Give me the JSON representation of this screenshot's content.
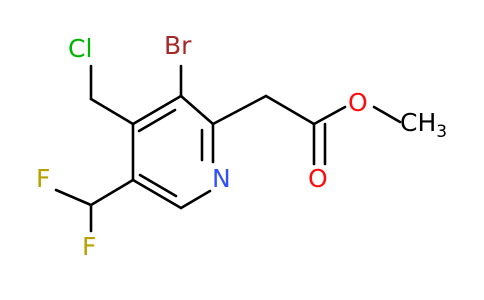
{
  "molecule": {
    "atoms": {
      "cl": {
        "label": "Cl",
        "color": "#00b400"
      },
      "br": {
        "label": "Br",
        "color": "#a62929"
      },
      "n": {
        "label": "N",
        "color": "#3050f8"
      },
      "o_ether": {
        "label": "O",
        "color": "#ff0d0d"
      },
      "o_carbonyl": {
        "label": "O",
        "color": "#ff0d0d"
      },
      "f_upper": {
        "label": "F",
        "color": "#b8a000"
      },
      "f_lower": {
        "label": "F",
        "color": "#b8a000"
      },
      "methyl": {
        "label": "CH",
        "subscript": "3",
        "color": "#000000"
      }
    }
  }
}
